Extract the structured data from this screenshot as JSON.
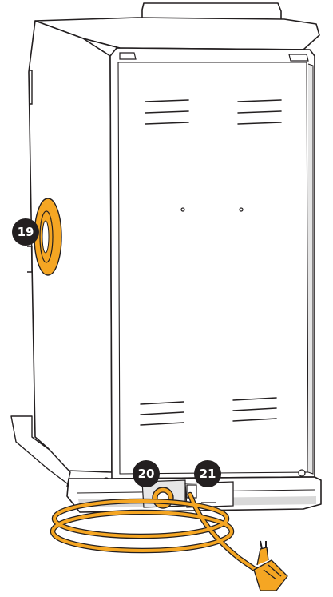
{
  "callouts": [
    {
      "id": "19",
      "label": "19"
    },
    {
      "id": "20",
      "label": "20"
    },
    {
      "id": "21",
      "label": "21"
    }
  ],
  "colors": {
    "accent": "#f5a623",
    "callout_fill": "#231f20",
    "outline": "#231f20",
    "panel": "#ffffff",
    "shade": "#d9d9d9"
  }
}
